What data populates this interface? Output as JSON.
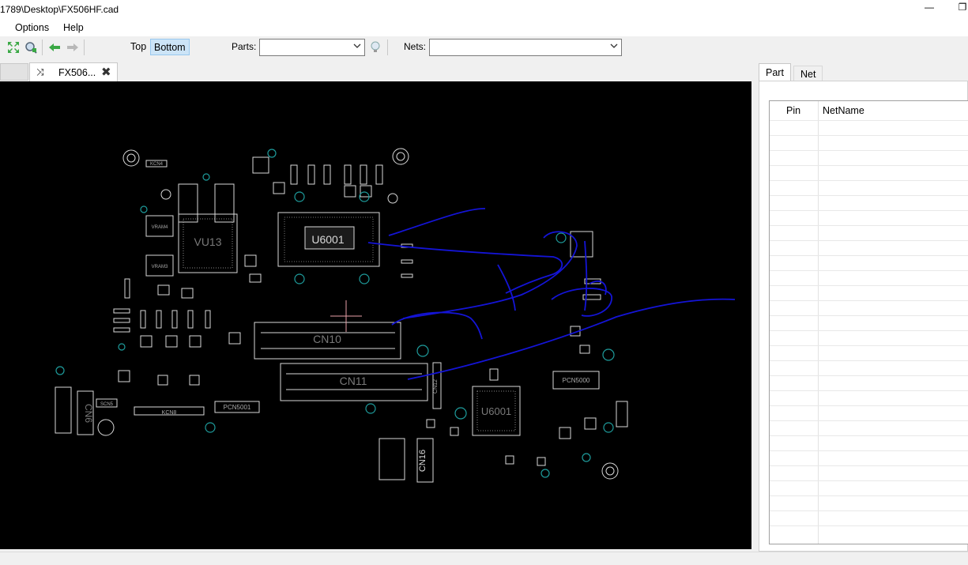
{
  "window": {
    "title": "1789\\Desktop\\FX506HF.cad",
    "minimize_glyph": "—",
    "restore_glyph": "❐"
  },
  "menu": {
    "items": [
      "Options",
      "Help"
    ]
  },
  "toolbar": {
    "top_label": "Top",
    "bottom_label": "Bottom",
    "active_layer": "Bottom",
    "parts_label": "Parts:",
    "parts_value": "",
    "nets_label": "Nets:",
    "nets_value": "",
    "icons": [
      "fit-board-icon",
      "zoom-to-part-icon",
      "back-arrow-icon",
      "forward-arrow-icon",
      "highlight-bulb-icon"
    ]
  },
  "tabs": {
    "document_tab": "FX506...",
    "close_glyph": "✖",
    "shuffle_glyph": "⤨"
  },
  "board": {
    "labels": [
      "U6001",
      "VU13",
      "CN10",
      "CN11",
      "CN6",
      "CN16",
      "CN12",
      "U6001",
      "KCN8",
      "PCN5001",
      "PCN5000",
      "VRAM4",
      "VRAM3",
      "KCN4",
      "SCN5"
    ]
  },
  "right_panel": {
    "tabs": [
      "Part",
      "Net"
    ],
    "active_tab": "Part",
    "columns": [
      "Pin",
      "NetName"
    ]
  },
  "colors": {
    "canvas": "#000000",
    "trace": "#d9d9d9",
    "annotation": "#1414d6",
    "via": "#1e9c9c",
    "crosshair": "#e8a0a8"
  }
}
